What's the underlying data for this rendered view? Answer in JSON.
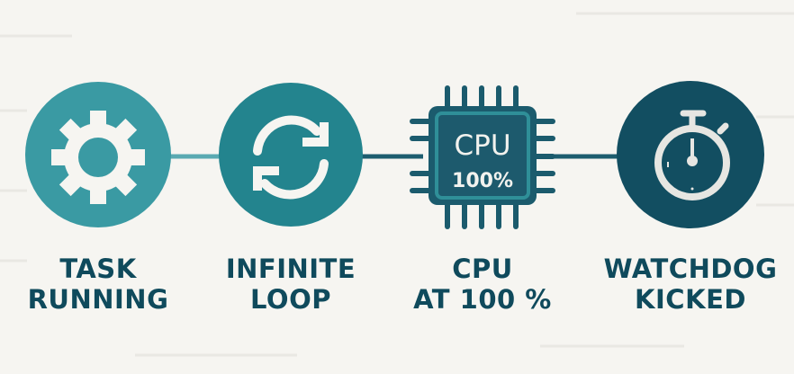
{
  "steps": [
    {
      "icon": "gear-icon",
      "line1": "TASK",
      "line2": "RUNNING",
      "color": "#3a9aa3"
    },
    {
      "icon": "refresh-loop-icon",
      "line1": "INFINITE",
      "line2": "LOOP",
      "color": "#23848e"
    },
    {
      "icon": "cpu-chip-icon",
      "line1": "CPU",
      "line2": "AT 100 %",
      "chip_title": "CPU",
      "chip_value": "100%",
      "color": "#1b5b6d"
    },
    {
      "icon": "stopwatch-icon",
      "line1": "WATCHDOG",
      "line2": "KICKED",
      "color": "#124e61"
    }
  ],
  "colors": {
    "background": "#f6f5f1",
    "text": "#0f4a5c",
    "connector": "#1d5d6f"
  }
}
